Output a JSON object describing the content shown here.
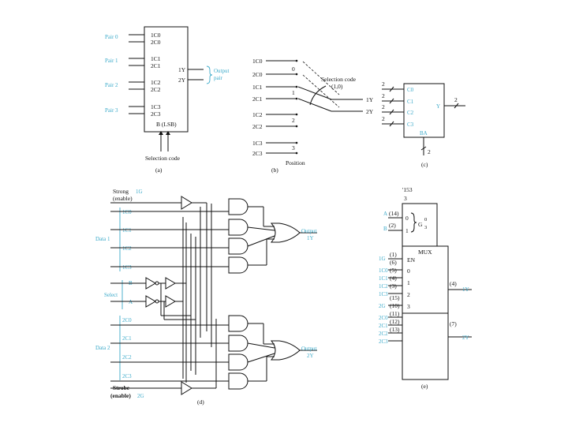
{
  "a": {
    "caption": "(a)",
    "pairs": [
      "Pair 0",
      "Pair 1",
      "Pair 2",
      "Pair 3"
    ],
    "inputs": [
      "1C0",
      "2C0",
      "1C1",
      "2C1",
      "1C2",
      "2C2",
      "1C3",
      "2C3"
    ],
    "outputs": [
      "1Y",
      "2Y"
    ],
    "output_label": [
      "Output",
      "pair"
    ],
    "select_pins": "B (LSB)",
    "select_label": "Selection code"
  },
  "b": {
    "caption": "(b)",
    "inputs": [
      "1C0",
      "2C0",
      "1C1",
      "2C1",
      "1C2",
      "2C2",
      "1C3",
      "2C3"
    ],
    "positions": [
      "0",
      "1",
      "2",
      "3"
    ],
    "selection_label": "Selection code",
    "selection_value": "(1,0)",
    "outputs": [
      "1Y",
      "2Y"
    ],
    "position_label": "Position"
  },
  "c": {
    "caption": "(c)",
    "inputs": [
      "C0",
      "C1",
      "C2",
      "C3"
    ],
    "bus_width": "2",
    "output": "Y",
    "select": "BA"
  },
  "d": {
    "caption": "(d)",
    "strobe_top": [
      "Strong",
      "(enable)"
    ],
    "strobe_top_pin": "1G",
    "data1_label": "Data 1",
    "data1_inputs": [
      "1C0",
      "1C1",
      "1C2",
      "1C3"
    ],
    "select_label": "Select",
    "select_inputs": [
      "B",
      "A"
    ],
    "data2_label": "Data 2",
    "data2_inputs": [
      "2C0",
      "2C1",
      "2C2",
      "2C3"
    ],
    "strobe_bottom": [
      "Strobe",
      "(enable)"
    ],
    "strobe_bottom_pin": "2G",
    "out1": [
      "Output",
      "1Y"
    ],
    "out2": [
      "Output",
      "2Y"
    ]
  },
  "e": {
    "caption": "(e)",
    "title": [
      "'153",
      "3"
    ],
    "sel_inputs": [
      "A",
      "B"
    ],
    "sel_pins": [
      "(14)",
      "(2)"
    ],
    "g_label": "G",
    "g_range": [
      "0",
      "3"
    ],
    "mux_label": "MUX",
    "en_label": "EN",
    "left_labels": [
      "1G",
      "1C0",
      "1C1",
      "1C2",
      "1C3",
      "2G",
      "2C0",
      "2C1",
      "2C2",
      "2C3"
    ],
    "left_pins": [
      "(1)",
      "(6)",
      "(5)",
      "(4)",
      "(3)",
      "(15)",
      "(10)",
      "(11)",
      "(12)",
      "(13)"
    ],
    "data_marks": [
      "0",
      "1",
      "2",
      "3"
    ],
    "out_pins": [
      "(4)",
      "(7)"
    ],
    "outputs": [
      "1Y",
      "2Y"
    ]
  }
}
